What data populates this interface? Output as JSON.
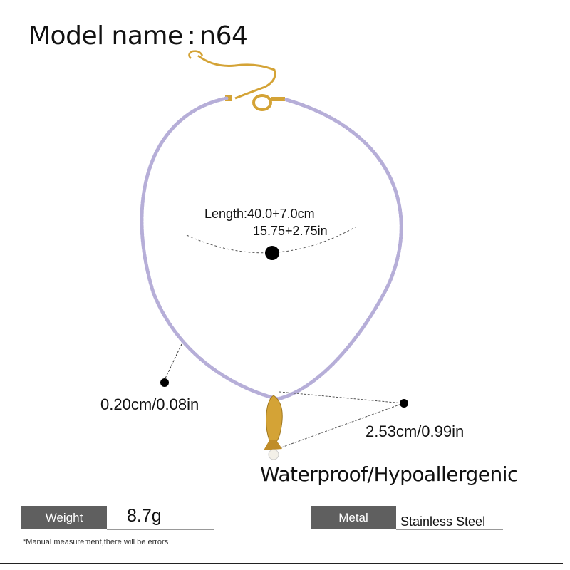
{
  "header": {
    "model_label": "Model name",
    "separator": ":",
    "model_value": "n64"
  },
  "dimensions": {
    "length_cm": "Length:40.0+7.0cm",
    "length_in": "15.75+2.75in",
    "bead_size": "0.20cm/0.08in",
    "pendant_size": "2.53cm/0.99in"
  },
  "features": "Waterproof/Hypoallergenic",
  "specs": {
    "weight_label": "Weight",
    "weight_value": "8.7g",
    "metal_label": "Metal",
    "metal_value": "Stainless Steel"
  },
  "note": "*Manual measurement,there will be errors",
  "colors": {
    "bead": "#b6aed8",
    "gold": "#d4a336",
    "label_bg": "#5f5f5f"
  }
}
